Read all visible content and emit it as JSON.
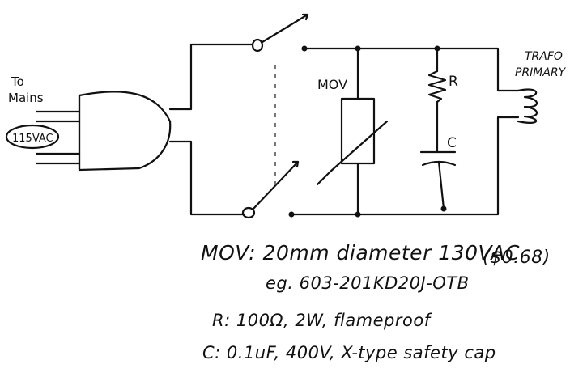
{
  "labels": {
    "to_mains": [
      "To",
      "Mains"
    ],
    "voltage": "115VAC",
    "mov": "MOV",
    "r": "R",
    "c": "C",
    "trafo": [
      "TRAFO",
      "PRIMARY"
    ]
  },
  "notes": {
    "mov_line1": "MOV: 20mm diameter 130VAC",
    "mov_line2": "eg. 603-201KD20J-OTB",
    "price": "($0.68)",
    "r_line": "R: 100Ω, 2W, flameproof",
    "c_line": "C: 0.1uF, 400V, X-type safety cap"
  }
}
